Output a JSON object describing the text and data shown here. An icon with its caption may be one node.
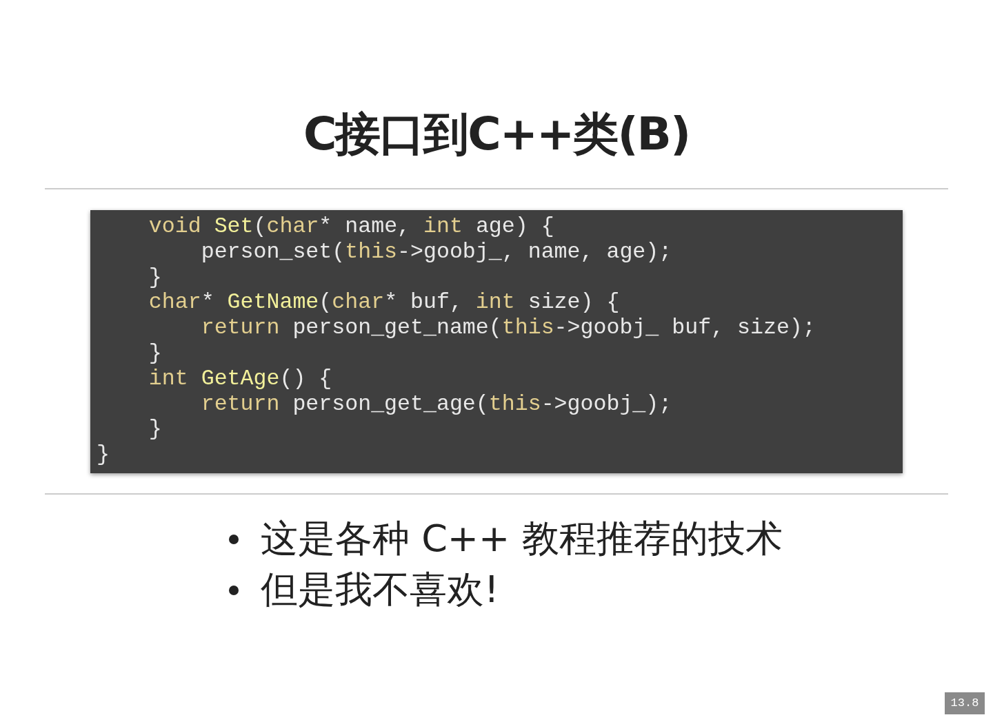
{
  "diagram": {
    "title": "C接口到C++类(B)",
    "labels": [
      "void Set(char* name, int age) {",
      "person_set(this->goobj_, name, age);",
      "}",
      "char* GetName(char* buf, int size) {",
      "return person_get_name(this->goobj_ buf, size);",
      "}",
      "int GetAge() {",
      "return person_get_age(this->goobj_);",
      "}",
      "}",
      "这是各种 C++ 教程推荐的技术",
      "但是我不喜欢!",
      "13.8"
    ]
  }
}
